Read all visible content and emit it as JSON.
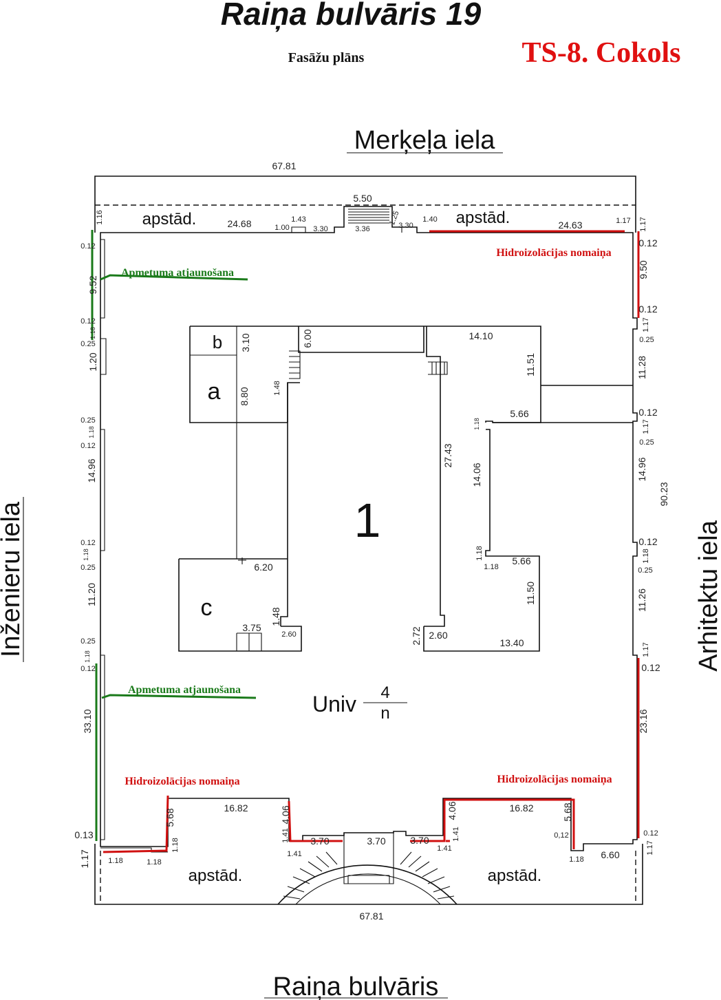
{
  "header": {
    "title": "Raiņa bulvāris 19",
    "subtitle": "Fasāžu plāns",
    "sheet": "TS-8. Cokols"
  },
  "streets": {
    "north": "Merķeļa iela",
    "west": "Inženieru iela",
    "east": "Arhitektu iela",
    "south": "Raiņa bulvāris"
  },
  "labels": {
    "apstad": "apstād.",
    "room_a": "a",
    "room_b": "b",
    "room_c": "c",
    "room_1": "1",
    "univ": "Univ",
    "univ_num": "4",
    "univ_den": "n"
  },
  "annotations": {
    "hidro": "Hidroizolācijas nomaiņa",
    "apmet": "Apmetuma atjaunošana"
  },
  "dims": {
    "top_total": "67.81",
    "bottom_total": "67.81",
    "stair_top": "5.50",
    "north_left": "24.68",
    "north_right": "24.63",
    "n1_00": "1.00",
    "n1_43": "1.43",
    "n3_30a": "3.30",
    "n3_36": "3.36",
    "n1_25": "1.25",
    "n3_30b": "3.30",
    "n1_40": "1.40",
    "n1_17": "1.17",
    "n1_16": "1.16",
    "east_total": "90.23",
    "e1_17a": "1.17",
    "e0_12a": "0.12",
    "e9_50": "9.50",
    "e0_12b": "0.12",
    "e1_17b": "1.17",
    "e0_25a": "0.25",
    "e11_28": "11.28",
    "e0_12c": "0.12",
    "e1_17c": "1.17",
    "e0_25b": "0.25",
    "e14_96": "14.96",
    "e0_12d": "0.12",
    "e1_18": "1.18",
    "e0_25c": "0.25",
    "e11_26": "11.26",
    "e1_17d": "1.17",
    "e0_12e": "0.12",
    "e23_16": "23.16",
    "e0_12f": "0.12",
    "e1_17e": "1.17",
    "w0_12a": "0.12",
    "w9_52": "9.52",
    "w0_12b": "0.12",
    "w1_18a": "1.18",
    "w0_25a": "0.25",
    "w1_20": "1.20",
    "w0_25b": "0.25",
    "w1_18b": "1.18",
    "w0_12c": "0.12",
    "w14_96": "14.96",
    "w0_12d": "0.12",
    "w1_18c": "1.18",
    "w0_25c": "0.25",
    "w11_20": "11.20",
    "w0_25d": "0.25",
    "w1_18d": "1.18",
    "w0_12e": "0.12",
    "w33_10": "33.10",
    "w0_13": "0.13",
    "w1_17": "1.17",
    "i3_10": "3.10",
    "i6_00": "6.00",
    "i14_10": "14.10",
    "i8_80": "8.80",
    "i1_48a": "1.48",
    "i11_51": "11.51",
    "i5_66a": "5.66",
    "i1_18a": "1.18",
    "i27_43": "27.43",
    "i14_06": "14.06",
    "i1_18b": "1.18",
    "i1_18c": "1.18",
    "i5_66b": "5.66",
    "i6_20": "6.20",
    "i11_50": "11.50",
    "i1_48b": "1.48",
    "i3_75": "3.75",
    "i2_60a": "2.60",
    "i2_72": "2.72",
    "i2_60b": "2.60",
    "i13_40": "13.40",
    "s5_68a": "5.68",
    "s16_82a": "16.82",
    "s4_06a": "4.06",
    "s1_41a": "1.41",
    "s1_41b": "1.41",
    "s3_70a": "3.70",
    "s3_70b": "3.70",
    "s3_70c": "3.70",
    "s4_06b": "4.06",
    "s1_41c": "1.41",
    "s1_41d": "1.41",
    "s16_82b": "16.82",
    "s5_68b": "5.68",
    "s0_12": "0,12",
    "s1_18a": "1.18",
    "s1_18b": "1.18",
    "s1_18c": "1.18",
    "s1_18d": "1.18",
    "s6_60": "6.60"
  },
  "colors": {
    "annotation_red": "#d01010",
    "annotation_green": "#1a7a1a",
    "sheet_red": "#e01010"
  }
}
